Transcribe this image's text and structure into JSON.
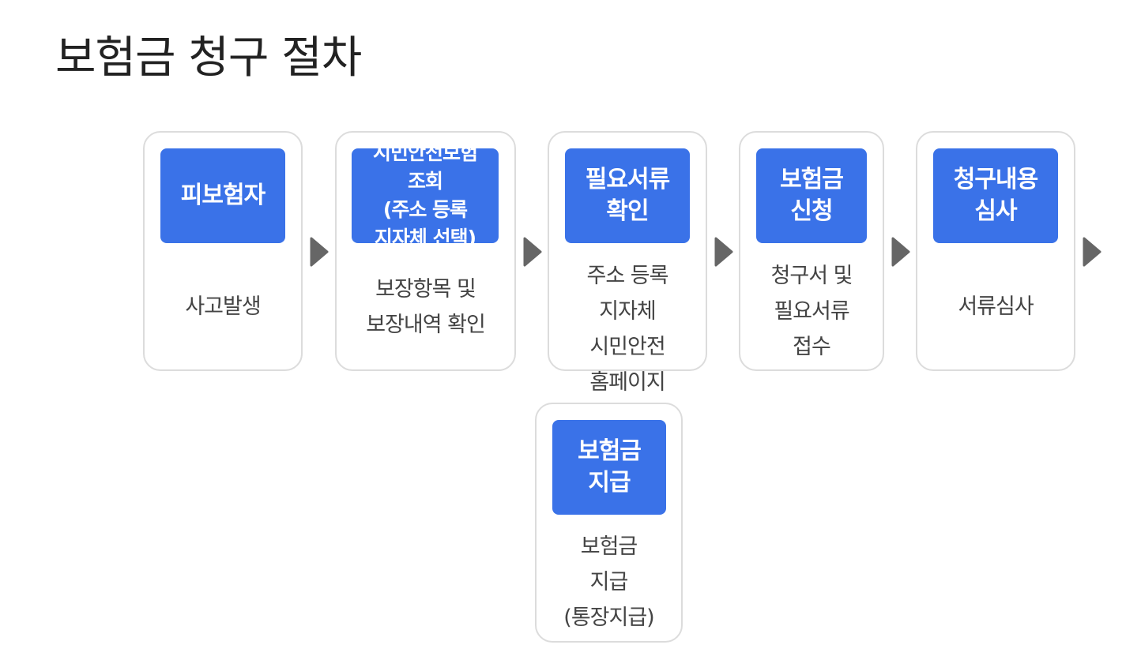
{
  "title": "보험금 청구 절차",
  "colors": {
    "badge": "#3a72e8",
    "card_border": "#dcdcdc",
    "arrow": "#666666",
    "text": "#444444"
  },
  "arrow_icon": "triangle-right-icon",
  "steps": [
    {
      "label": "피보험자",
      "description": "사고발생"
    },
    {
      "label": "시민안전보험\n조회\n(주소 등록\n지자체 선택)",
      "description": "보장항목 및\n보장내역 확인"
    },
    {
      "label": "필요서류\n확인",
      "description": "주소 등록\n지자체\n시민안전\n홈페이지\n또는 보험사"
    },
    {
      "label": "보험금\n신청",
      "description": "청구서 및\n필요서류\n접수"
    },
    {
      "label": "청구내용\n심사",
      "description": "서류심사"
    },
    {
      "label": "보험금\n지급",
      "description": "보험금\n지급\n(통장지급)"
    }
  ]
}
